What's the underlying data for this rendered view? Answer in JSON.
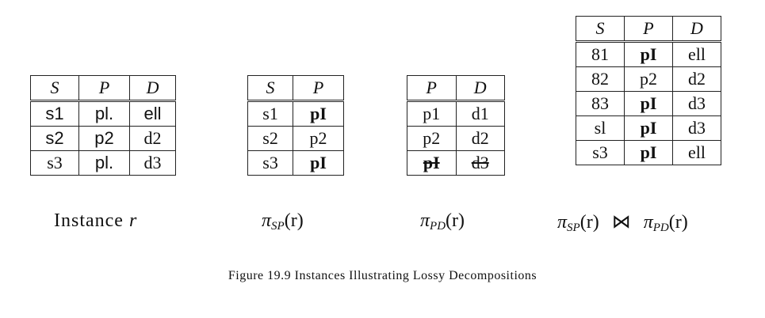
{
  "tables": {
    "r": {
      "headers": [
        "S",
        "P",
        "D"
      ],
      "rows": [
        [
          "s1",
          "pl.",
          "ell"
        ],
        [
          "s2",
          "p2",
          "d2"
        ],
        [
          "s3",
          "pl.",
          "d3"
        ]
      ]
    },
    "sp": {
      "headers": [
        "S",
        "P"
      ],
      "rows": [
        [
          "s1",
          "pI"
        ],
        [
          "s2",
          "p2"
        ],
        [
          "s3",
          "pI"
        ]
      ]
    },
    "pd": {
      "headers": [
        "P",
        "D"
      ],
      "rows": [
        [
          "p1",
          "d1"
        ],
        [
          "p2",
          "d2"
        ],
        [
          "pI",
          "d3"
        ]
      ]
    },
    "join": {
      "headers": [
        "S",
        "P",
        "D"
      ],
      "rows": [
        [
          "81",
          "pI",
          "ell"
        ],
        [
          "82",
          "p2",
          "d2"
        ],
        [
          "83",
          "pI",
          "d3"
        ],
        [
          "sl",
          "pI",
          "d3"
        ],
        [
          "s3",
          "pI",
          "ell"
        ]
      ]
    }
  },
  "captions": {
    "r": "Instance",
    "r_var": "r",
    "pi": "π",
    "sp_sub": "SP",
    "pd_sub": "PD",
    "arg": "(r)",
    "join_op": "⋈"
  },
  "figure_caption": "Figure 19.9   Instances Illustrating Lossy Decompositions"
}
